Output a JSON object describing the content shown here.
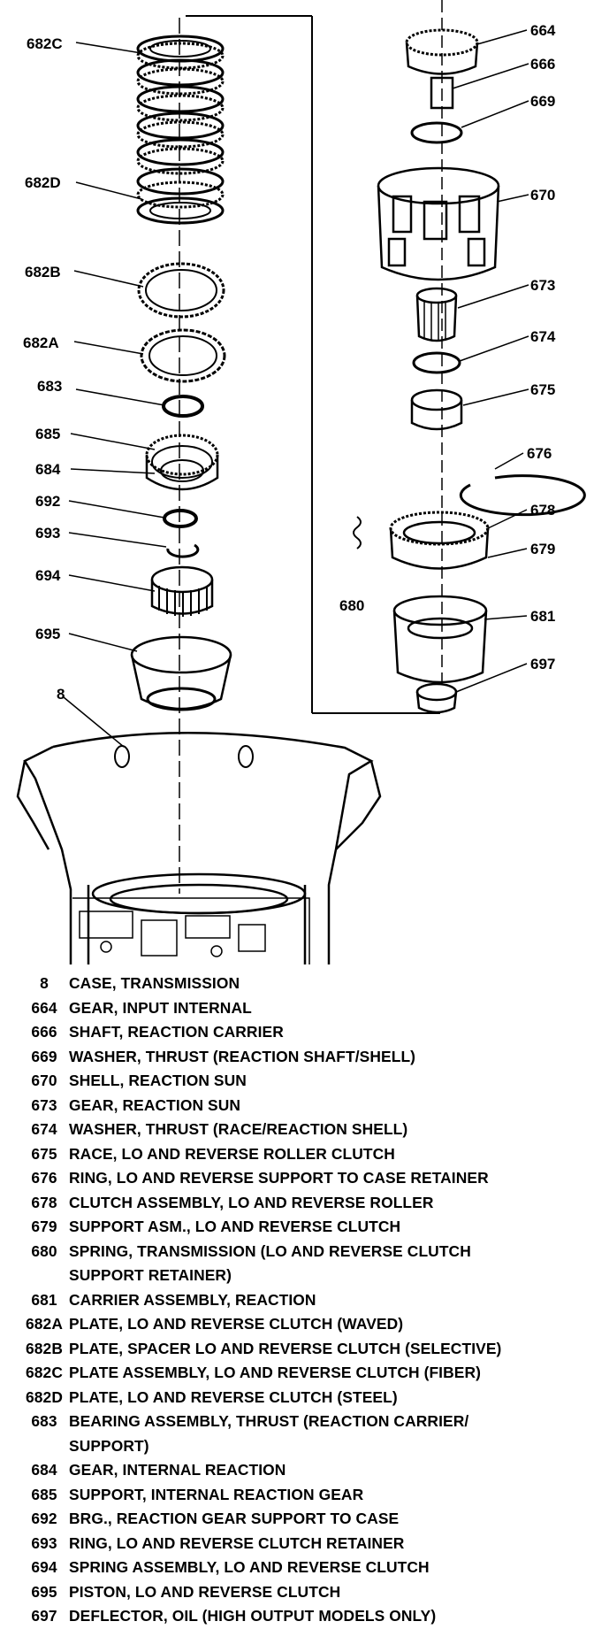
{
  "callouts": {
    "c682C": "682C",
    "c682D": "682D",
    "c682B": "682B",
    "c682A": "682A",
    "c683": "683",
    "c685": "685",
    "c684": "684",
    "c692": "692",
    "c693": "693",
    "c694": "694",
    "c695": "695",
    "c8": "8",
    "c664": "664",
    "c666": "666",
    "c669": "669",
    "c670": "670",
    "c673": "673",
    "c674": "674",
    "c675": "675",
    "c676": "676",
    "c678": "678",
    "c679": "679",
    "c680": "680",
    "c681": "681",
    "c697": "697"
  },
  "legend": [
    {
      "num": "8",
      "lines": [
        "CASE, TRANSMISSION"
      ]
    },
    {
      "num": "664",
      "lines": [
        "GEAR, INPUT INTERNAL"
      ]
    },
    {
      "num": "666",
      "lines": [
        "SHAFT, REACTION CARRIER"
      ]
    },
    {
      "num": "669",
      "lines": [
        "WASHER, THRUST (REACTION SHAFT/SHELL)"
      ]
    },
    {
      "num": "670",
      "lines": [
        "SHELL, REACTION SUN"
      ]
    },
    {
      "num": "673",
      "lines": [
        "GEAR, REACTION SUN"
      ]
    },
    {
      "num": "674",
      "lines": [
        "WASHER, THRUST (RACE/REACTION SHELL)"
      ]
    },
    {
      "num": "675",
      "lines": [
        "RACE, LO AND REVERSE ROLLER CLUTCH"
      ]
    },
    {
      "num": "676",
      "lines": [
        "RING, LO AND REVERSE SUPPORT TO CASE RETAINER"
      ]
    },
    {
      "num": "678",
      "lines": [
        "CLUTCH ASSEMBLY, LO AND REVERSE ROLLER"
      ]
    },
    {
      "num": "679",
      "lines": [
        "SUPPORT ASM., LO AND REVERSE CLUTCH"
      ]
    },
    {
      "num": "680",
      "lines": [
        "SPRING, TRANSMISSION (LO AND REVERSE CLUTCH",
        "SUPPORT RETAINER)"
      ]
    },
    {
      "num": "681",
      "lines": [
        "CARRIER ASSEMBLY, REACTION"
      ]
    },
    {
      "num": "682A",
      "lines": [
        "PLATE, LO AND REVERSE CLUTCH (WAVED)"
      ]
    },
    {
      "num": "682B",
      "lines": [
        "PLATE, SPACER LO AND REVERSE CLUTCH (SELECTIVE)"
      ]
    },
    {
      "num": "682C",
      "lines": [
        "PLATE ASSEMBLY, LO AND REVERSE CLUTCH (FIBER)"
      ]
    },
    {
      "num": "682D",
      "lines": [
        "PLATE, LO AND REVERSE CLUTCH (STEEL)"
      ]
    },
    {
      "num": "683",
      "lines": [
        "BEARING ASSEMBLY, THRUST (REACTION CARRIER/",
        "SUPPORT)"
      ]
    },
    {
      "num": "684",
      "lines": [
        "GEAR, INTERNAL REACTION"
      ]
    },
    {
      "num": "685",
      "lines": [
        "SUPPORT, INTERNAL REACTION GEAR"
      ]
    },
    {
      "num": "692",
      "lines": [
        "BRG., REACTION GEAR SUPPORT TO CASE"
      ]
    },
    {
      "num": "693",
      "lines": [
        "RING, LO AND REVERSE CLUTCH RETAINER"
      ]
    },
    {
      "num": "694",
      "lines": [
        "SPRING ASSEMBLY, LO AND REVERSE CLUTCH"
      ]
    },
    {
      "num": "695",
      "lines": [
        "PISTON, LO AND REVERSE CLUTCH"
      ]
    },
    {
      "num": "697",
      "lines": [
        "DEFLECTOR, OIL (HIGH OUTPUT MODELS ONLY)"
      ]
    }
  ]
}
